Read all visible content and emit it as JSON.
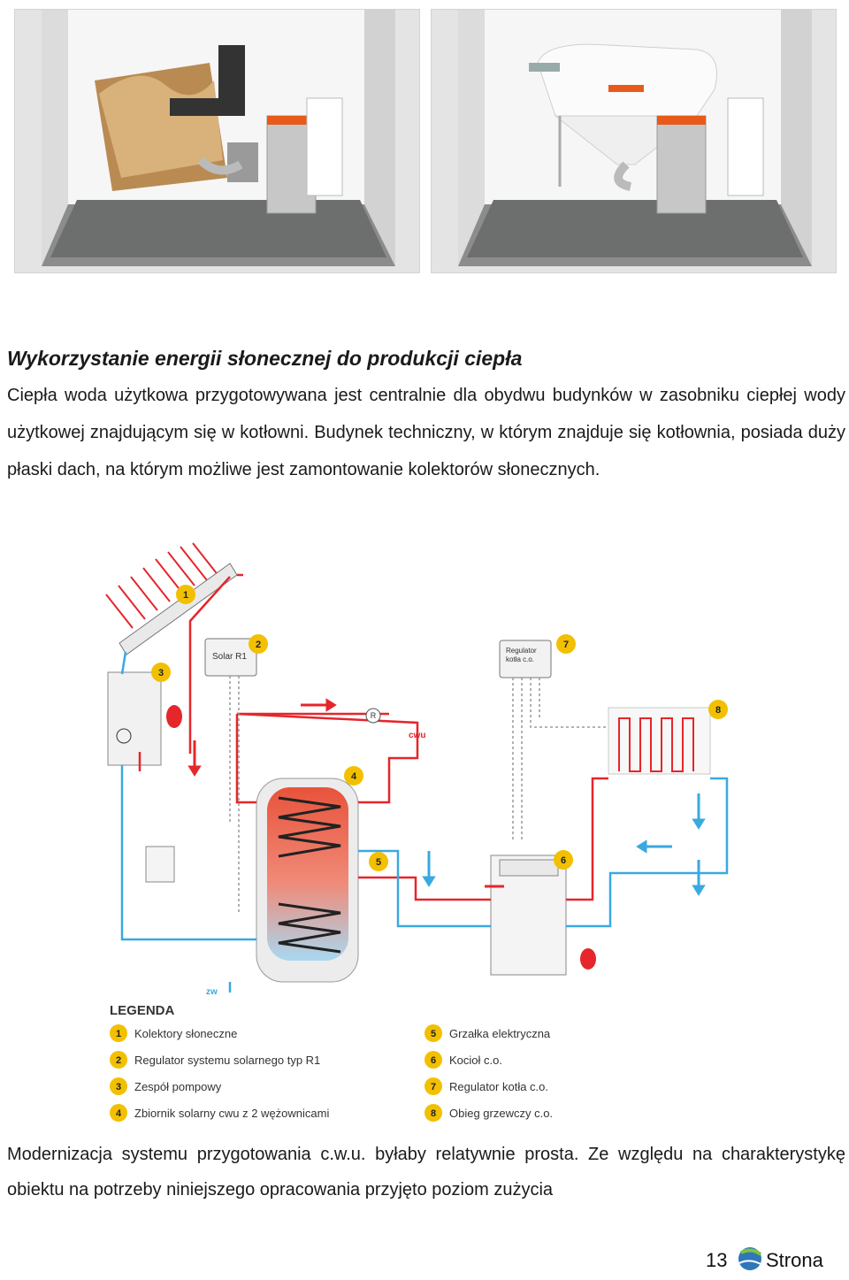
{
  "heading": "Wykorzystanie energii słonecznej do produkcji ciepła",
  "paragraph1": "Ciepła woda użytkowa przygotowywana jest centralnie dla obydwu budynków w zasobniku ciepłej wody użytkowej znajdującym się w kotłowni. Budynek techniczny, w którym znajduje się kotłownia, posiada duży płaski dach, na którym możliwe jest zamontowanie kolektorów słonecznych.",
  "paragraph2": "Modernizacja systemu przygotowania c.w.u. byłaby relatywnie prosta. Ze względu na charakterystykę obiektu na potrzeby niniejszego opracowania przyjęto poziom zużycia",
  "schematic": {
    "device_labels": {
      "solar_controller": "Solar R1",
      "boiler_controller_line1": "Regulator",
      "boiler_controller_line2": "kotła c.o."
    },
    "pipe_labels": {
      "cwu": "cwu",
      "zw": "zw",
      "r": "R"
    },
    "legend_title": "LEGENDA",
    "legend": [
      {
        "num": "1",
        "label": "Kolektory słoneczne"
      },
      {
        "num": "2",
        "label": "Regulator systemu solarnego typ R1"
      },
      {
        "num": "3",
        "label": "Zespół pompowy"
      },
      {
        "num": "4",
        "label": "Zbiornik solarny cwu z 2 wężownicami"
      },
      {
        "num": "5",
        "label": "Grzałka elektryczna"
      },
      {
        "num": "6",
        "label": "Kocioł c.o."
      },
      {
        "num": "7",
        "label": "Regulator kotła c.o."
      },
      {
        "num": "8",
        "label": "Obieg grzewczy c.o."
      }
    ],
    "colors": {
      "hot": "#e5262b",
      "cold": "#3aa9e0",
      "badge": "#f2c000",
      "tank_hot": "#e8533b",
      "tank_cold": "#a9d8f0"
    }
  },
  "footer": {
    "page_number": "13",
    "brand": "Strona"
  }
}
